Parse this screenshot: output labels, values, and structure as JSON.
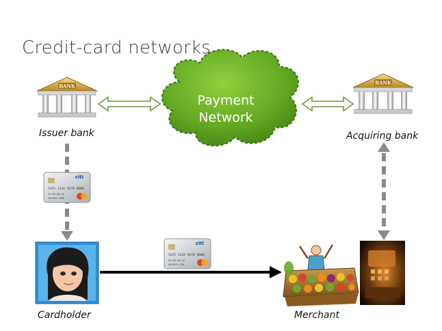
{
  "slide": {
    "title": "Credit-card networks"
  },
  "nodes": {
    "issuer_bank": {
      "label": "Issuer bank",
      "sign": "BANK"
    },
    "acquiring_bank": {
      "label": "Acquiring bank",
      "sign": "BANK"
    },
    "payment_network": {
      "line1": "Payment",
      "line2": "Network"
    },
    "cardholder": {
      "label": "Cardholder"
    },
    "merchant": {
      "label": "Merchant"
    }
  },
  "card": {
    "brand": "citi",
    "number": "5425 1234 5678 9000",
    "holder": "HOLDER LINE",
    "expiry": "01/08  05/10"
  },
  "colors": {
    "cloud_fill": "#6bb02a",
    "cloud_dark": "#3f7f12",
    "double_arrow": "#6a9a35",
    "dashed_arrow": "#8a8a8a",
    "solid_arrow": "#000000",
    "bank_gold": "#d9b24a"
  }
}
